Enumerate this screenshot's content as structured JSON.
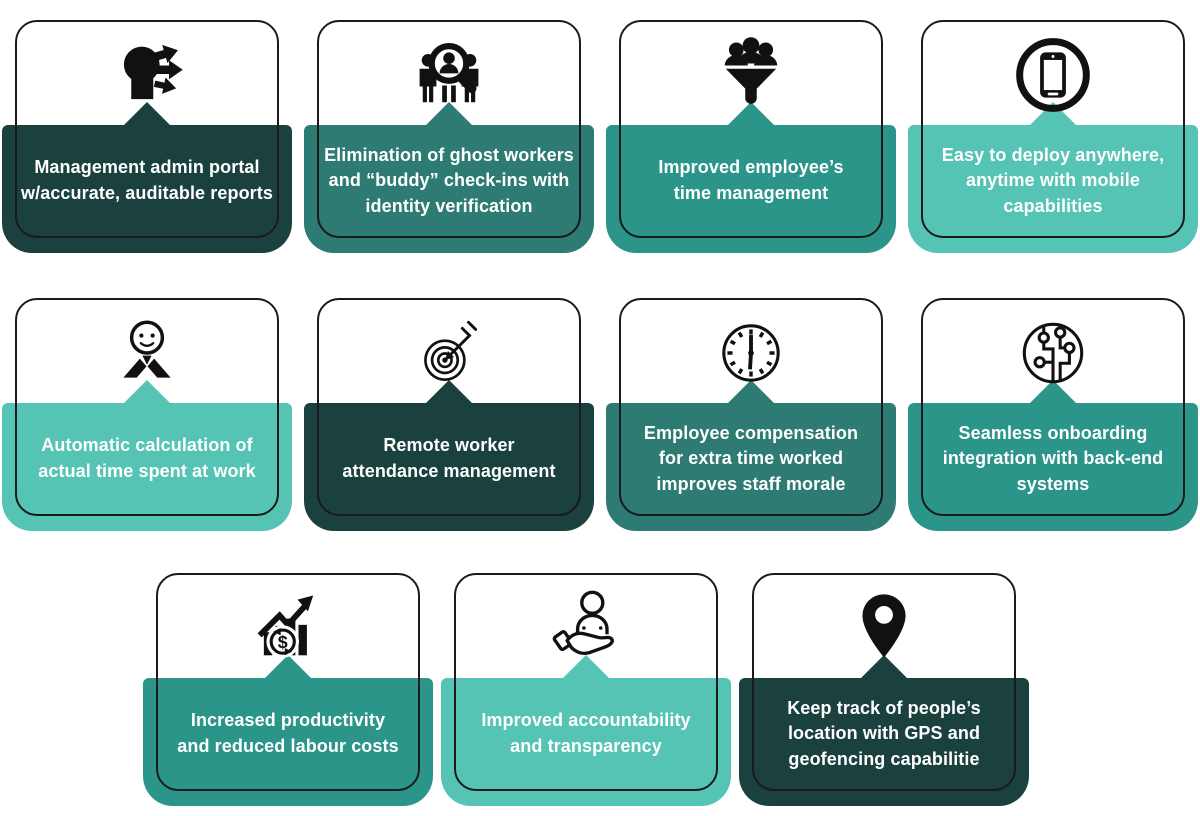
{
  "colors": {
    "background": "#FFFFFF",
    "dark_teal": "#1B413E",
    "medium_teal": "#2D7B73",
    "teal": "#2C958A",
    "light_teal": "#55C4B4",
    "outline": "#1A1A1A",
    "icon": "#111111",
    "text": "#FFFFFF"
  },
  "cards": [
    {
      "icon": "head-with-arrows-icon",
      "color": "#1B413E",
      "text": "Management admin portal\nw/accurate, auditable reports"
    },
    {
      "icon": "identity-verification-magnifier-icon",
      "color": "#2D7B73",
      "text": "Elimination of ghost workers\nand “buddy” check-ins with\nidentity verification"
    },
    {
      "icon": "people-funnel-icon",
      "color": "#2C958A",
      "text": "Improved employee’s\ntime management"
    },
    {
      "icon": "mobile-phone-icon",
      "color": "#55C4B4",
      "text": "Easy to deploy anywhere,\nanytime with mobile\ncapabilities"
    },
    {
      "icon": "person-icon",
      "color": "#55C4B4",
      "text": "Automatic calculation of\nactual time spent at work"
    },
    {
      "icon": "target-arrow-icon",
      "color": "#1B413E",
      "text": "Remote worker\nattendance management"
    },
    {
      "icon": "clock-icon",
      "color": "#2D7B73",
      "text": "Employee compensation\nfor extra time worked\nimproves staff morale"
    },
    {
      "icon": "circuit-integration-icon",
      "color": "#2C958A",
      "text": "Seamless onboarding\nintegration with back-end\nsystems"
    },
    {
      "icon": "growth-chart-dollar-icon",
      "color": "#2C958A",
      "text": "Increased productivity\nand reduced labour costs"
    },
    {
      "icon": "hand-holding-person-icon",
      "color": "#55C4B4",
      "text": "Improved accountability\nand transparency"
    },
    {
      "icon": "location-pin-icon",
      "color": "#1B413E",
      "text": "Keep track of people’s\nlocation with GPS and\ngeofencing capabilitie"
    }
  ]
}
